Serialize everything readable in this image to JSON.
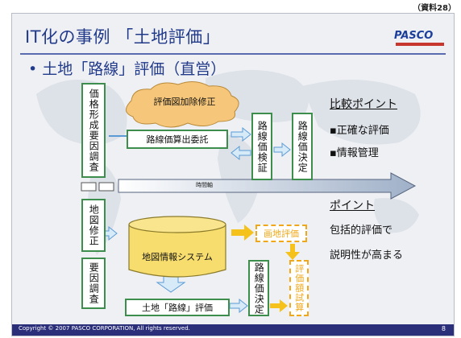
{
  "doc_ref": "（資料28）",
  "slide": {
    "title": "IT化の事例 「土地評価」",
    "logo": "PASCO",
    "bullet": "• 土地「路線」評価（直営）"
  },
  "diagram": {
    "kakaku_youin": "価格形成要因調査",
    "cloud": "評価図加除修正",
    "itaku": "路線価算出委託",
    "kensho": "路線価検証",
    "kettei1": "路線価決定",
    "timeline": "時間軸",
    "chizu_shusei": "地図修正",
    "youin_chousa": "要因調査",
    "system": "地図情報システム",
    "kakuchi": "画地評価",
    "zeigaku": "評価額試算",
    "hyoka": "土地「路線」評価",
    "kettei2": "路線価決定"
  },
  "side": {
    "heading1": "比較ポイント",
    "item1": "▪正確な評価",
    "item2": "▪情報管理",
    "heading2": "ポイント",
    "point_line1": "包括的評価で",
    "point_line2": "説明性が高まる"
  },
  "footer": {
    "copyright": "Copyright © 2007 PASCO CORPORATION, All rights reserved.",
    "page": "8"
  }
}
